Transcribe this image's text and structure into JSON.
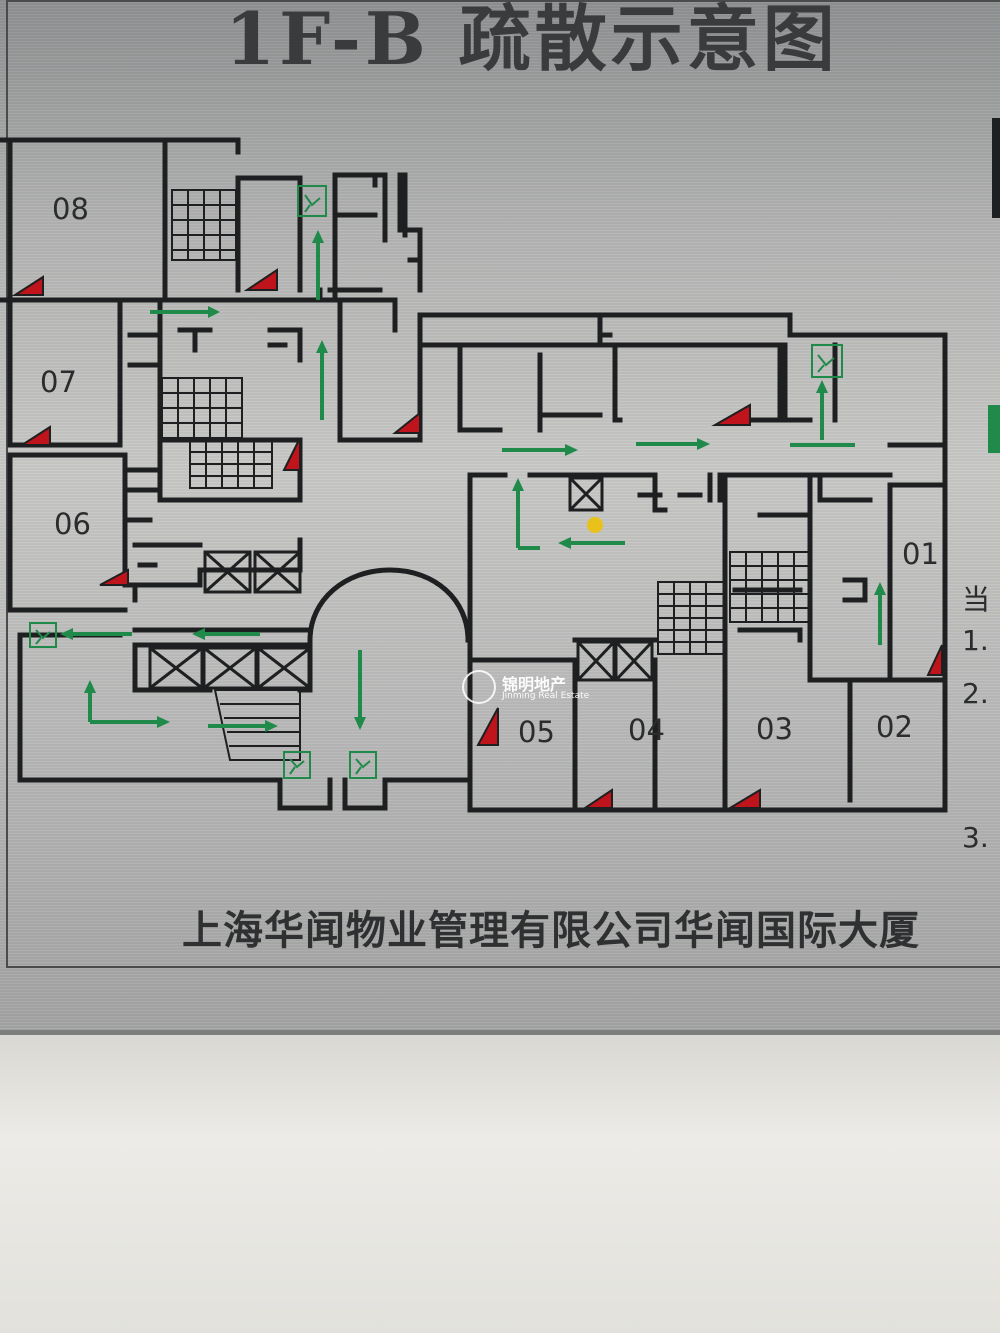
{
  "sign": {
    "title": "1F-B 疏散示意图",
    "footer": "上海华闻物业管理有限公司华闻国际大厦",
    "colors": {
      "walls": "#1e1f20",
      "arrows": "#1f8a4a",
      "extinguisher": "#c0141c",
      "you_are_here": "#e8c21a"
    }
  },
  "rooms": [
    {
      "id": "08",
      "label": "08"
    },
    {
      "id": "07",
      "label": "07"
    },
    {
      "id": "06",
      "label": "06"
    },
    {
      "id": "05",
      "label": "05"
    },
    {
      "id": "04",
      "label": "04"
    },
    {
      "id": "03",
      "label": "03"
    },
    {
      "id": "02",
      "label": "02"
    },
    {
      "id": "01",
      "label": "01"
    }
  ],
  "notes": [
    "当",
    "1.",
    "2.",
    "3."
  ],
  "watermark": {
    "cn": "锦明地产",
    "en": "Jinming Real Estate"
  },
  "icons": [
    "exit-sign-icon",
    "fire-extinguisher-icon",
    "evacuation-arrow-icon",
    "stair-icon",
    "elevator-icon",
    "you-are-here-marker-icon"
  ]
}
